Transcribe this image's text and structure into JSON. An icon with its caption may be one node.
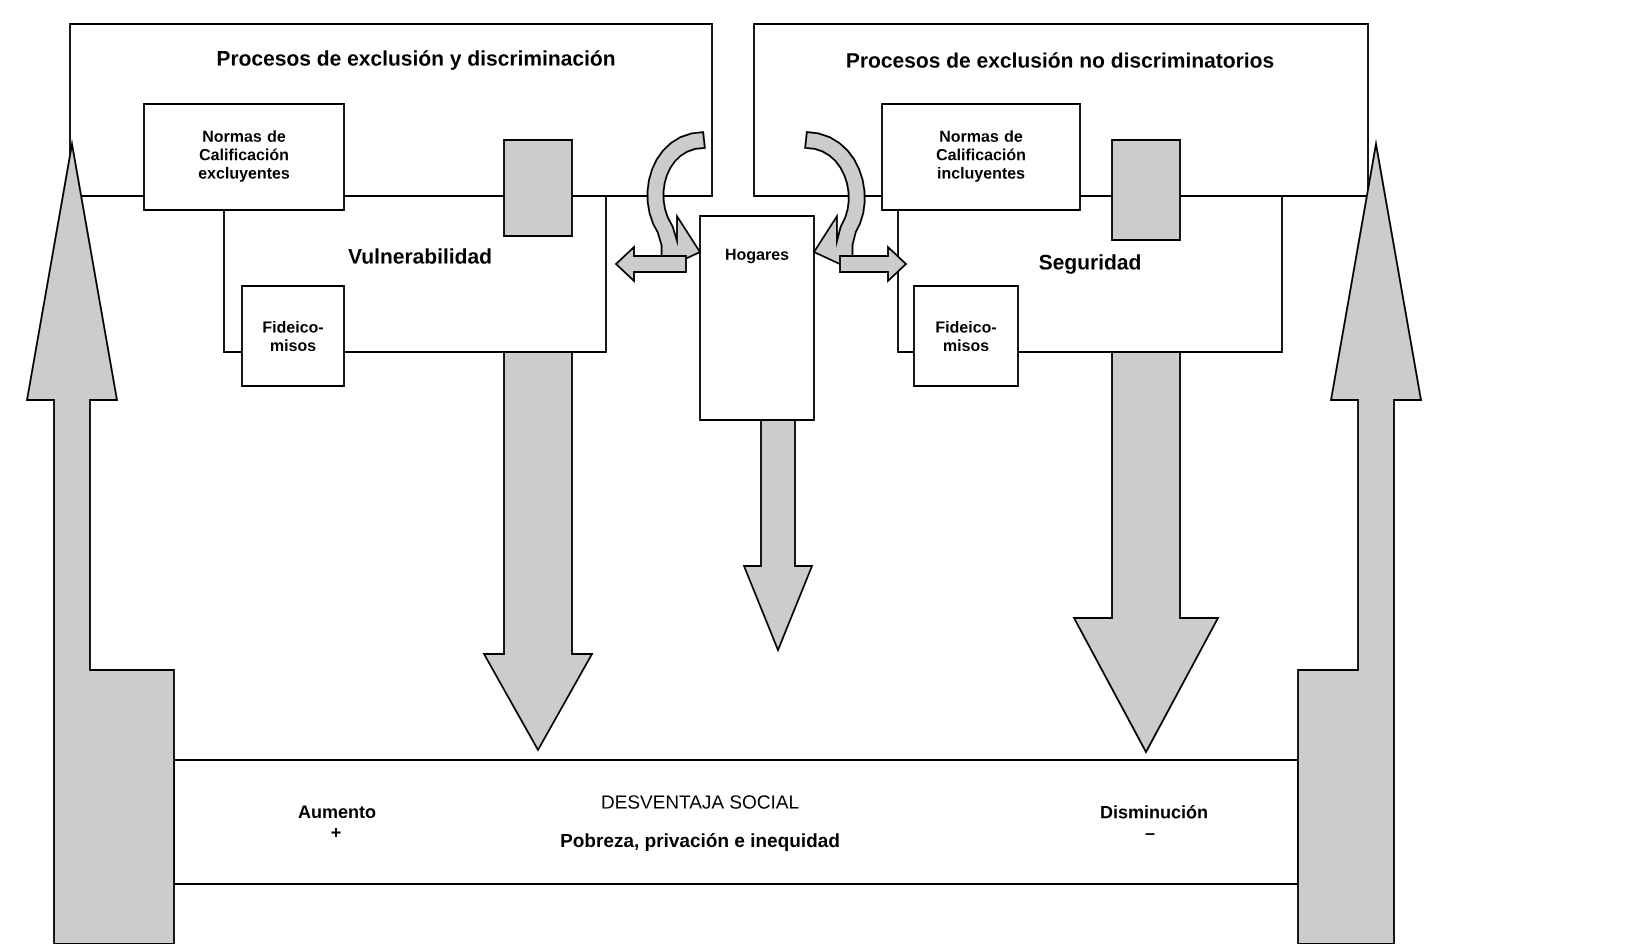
{
  "diagram": {
    "nodes": [
      {
        "text": [
          "Procesos de exclusión y discriminación"
        ]
      },
      {
        "text": [
          "Normas de Calificación excluyentes"
        ]
      },
      {
        "text": [],
        "shape": "bar"
      },
      {
        "text": [
          "Vulnerabilidad"
        ]
      },
      {
        "text": [
          "Fideico- misos"
        ]
      },
      {
        "text": [
          "Hogares"
        ]
      },
      {
        "text": [
          "Procesos de exclusión no discriminatorios"
        ]
      },
      {
        "text": [
          "Normas de Calificación incluyentes"
        ]
      },
      {
        "text": [],
        "shape": "bar"
      },
      {
        "text": [
          "Seguridad"
        ]
      },
      {
        "text": [
          "Fideico- misos"
        ]
      },
      {
        "text": [
          "Aumento +",
          "DESVENTAJA SOCIAL",
          "Pobreza, privación e inequidad",
          "Disminución –"
        ]
      }
    ],
    "edges": [
      {
        "from": 11,
        "to": 0,
        "arrow": "to"
      },
      {
        "from": 11,
        "to": 6,
        "arrow": "to"
      },
      {
        "from": 3,
        "to": 11,
        "arrow": "to"
      },
      {
        "from": 9,
        "to": 11,
        "arrow": "to"
      },
      {
        "from": 5,
        "to": null,
        "arrow": "to"
      },
      {
        "from": 0,
        "to": 5,
        "arrow": "to"
      },
      {
        "from": 6,
        "to": 5,
        "arrow": "to"
      },
      {
        "from": 5,
        "to": 3,
        "arrow": "to"
      },
      {
        "from": 5,
        "to": 9,
        "arrow": "to"
      }
    ]
  }
}
